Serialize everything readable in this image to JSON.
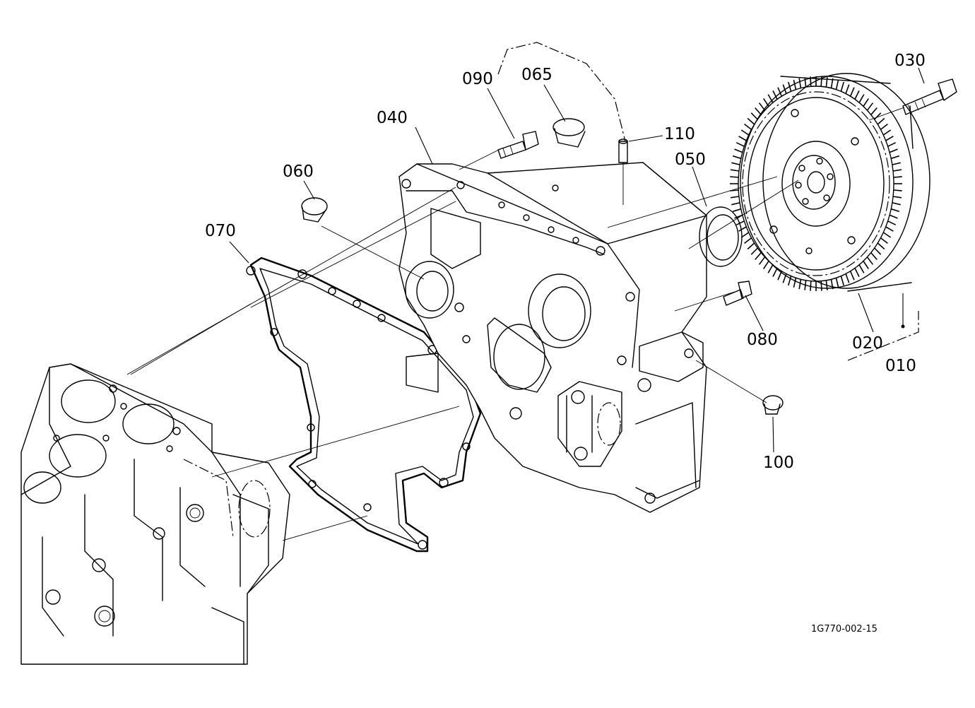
{
  "diagram": {
    "part_labels": {
      "p010": "010",
      "p020": "020",
      "p030": "030",
      "p040": "040",
      "p050": "050",
      "p060": "060",
      "p065": "065",
      "p070": "070",
      "p080": "080",
      "p090": "090",
      "p100": "100",
      "p110": "110"
    },
    "document_code": "1G770-002-15"
  }
}
